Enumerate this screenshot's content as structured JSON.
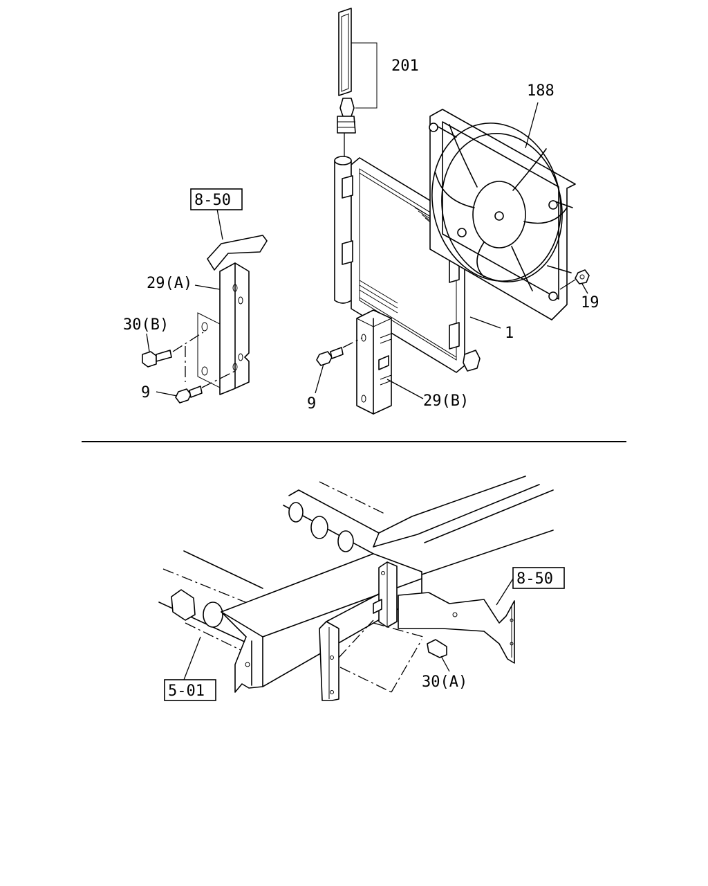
{
  "labels": {
    "p201": "201",
    "p188": "188",
    "p1": "1",
    "p19": "19",
    "p29a": "29(A)",
    "p29b": "29(B)",
    "p30b": "30(B)",
    "p30a": "30(A)",
    "p9_left": "9",
    "p9_mid": "9",
    "ref_850_top": "8-50",
    "ref_850_bottom": "8-50",
    "ref_501": "5-01"
  }
}
